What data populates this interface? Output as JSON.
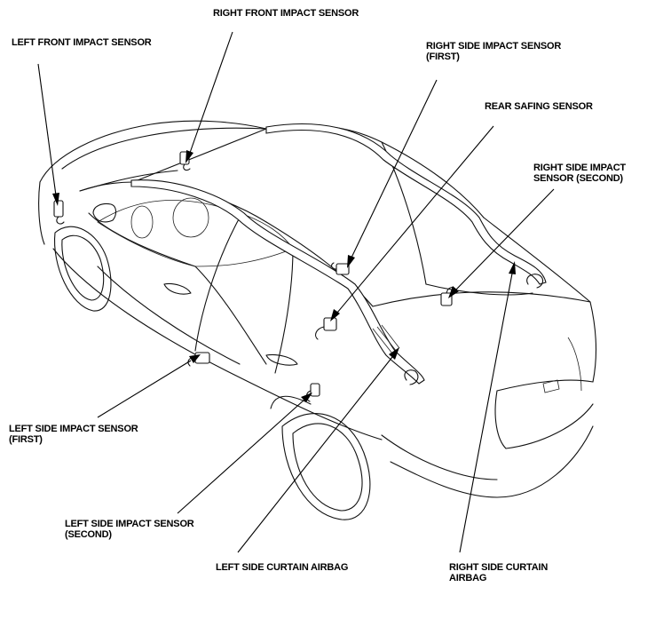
{
  "labels": {
    "right_front_impact": "RIGHT FRONT IMPACT SENSOR",
    "left_front_impact": "LEFT FRONT IMPACT SENSOR",
    "right_side_first_l1": "RIGHT SIDE IMPACT SENSOR",
    "right_side_first_l2": "(FIRST)",
    "rear_safing": "REAR SAFING SENSOR",
    "right_side_second_l1": "RIGHT SIDE IMPACT",
    "right_side_second_l2": "SENSOR (SECOND)",
    "left_side_first_l1": "LEFT SIDE IMPACT SENSOR",
    "left_side_first_l2": "(FIRST)",
    "left_side_second_l1": "LEFT SIDE IMPACT SENSOR",
    "left_side_second_l2": "(SECOND)",
    "left_curtain": "LEFT SIDE CURTAIN AIRBAG",
    "right_curtain_l1": "RIGHT SIDE CURTAIN",
    "right_curtain_l2": "AIRBAG"
  }
}
